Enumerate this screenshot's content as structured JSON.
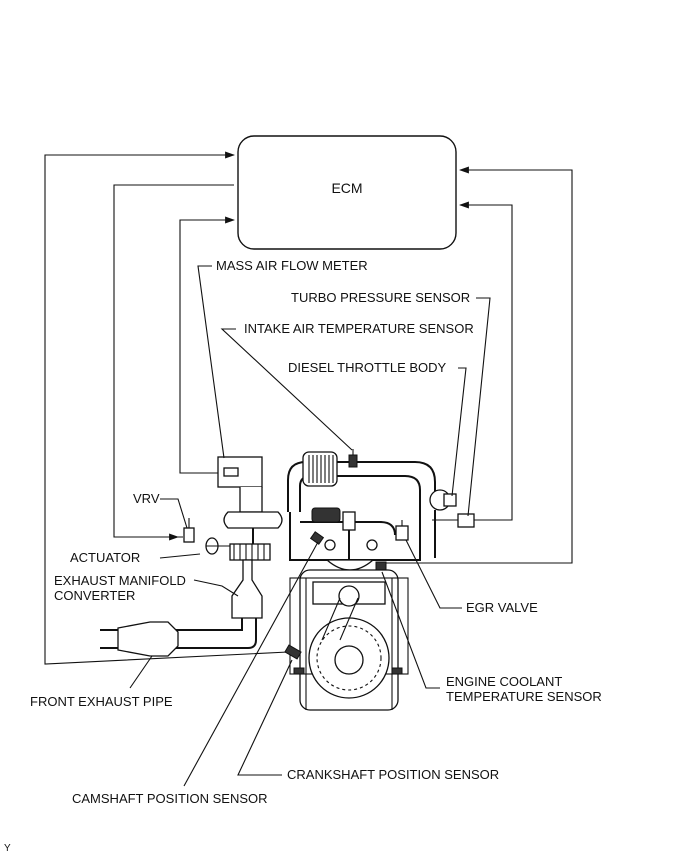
{
  "ecm": {
    "label": "ECM"
  },
  "labels": {
    "mass_air_flow_meter": "MASS AIR FLOW METER",
    "turbo_pressure_sensor": "TURBO PRESSURE SENSOR",
    "intake_air_temperature_sensor": "INTAKE AIR TEMPERATURE SENSOR",
    "diesel_throttle_body": "DIESEL THROTTLE BODY",
    "vrv": "VRV",
    "actuator": "ACTUATOR",
    "exhaust_manifold_converter_line1": "EXHAUST MANIFOLD",
    "exhaust_manifold_converter_line2": "CONVERTER",
    "egr_valve": "EGR VALVE",
    "engine_coolant_line1": "ENGINE COOLANT",
    "engine_coolant_line2": "TEMPERATURE SENSOR",
    "front_exhaust_pipe": "FRONT EXHAUST PIPE",
    "crankshaft_position_sensor": "CRANKSHAFT POSITION SENSOR",
    "camshaft_position_sensor": "CAMSHAFT POSITION SENSOR",
    "corner_mark": "Y"
  }
}
